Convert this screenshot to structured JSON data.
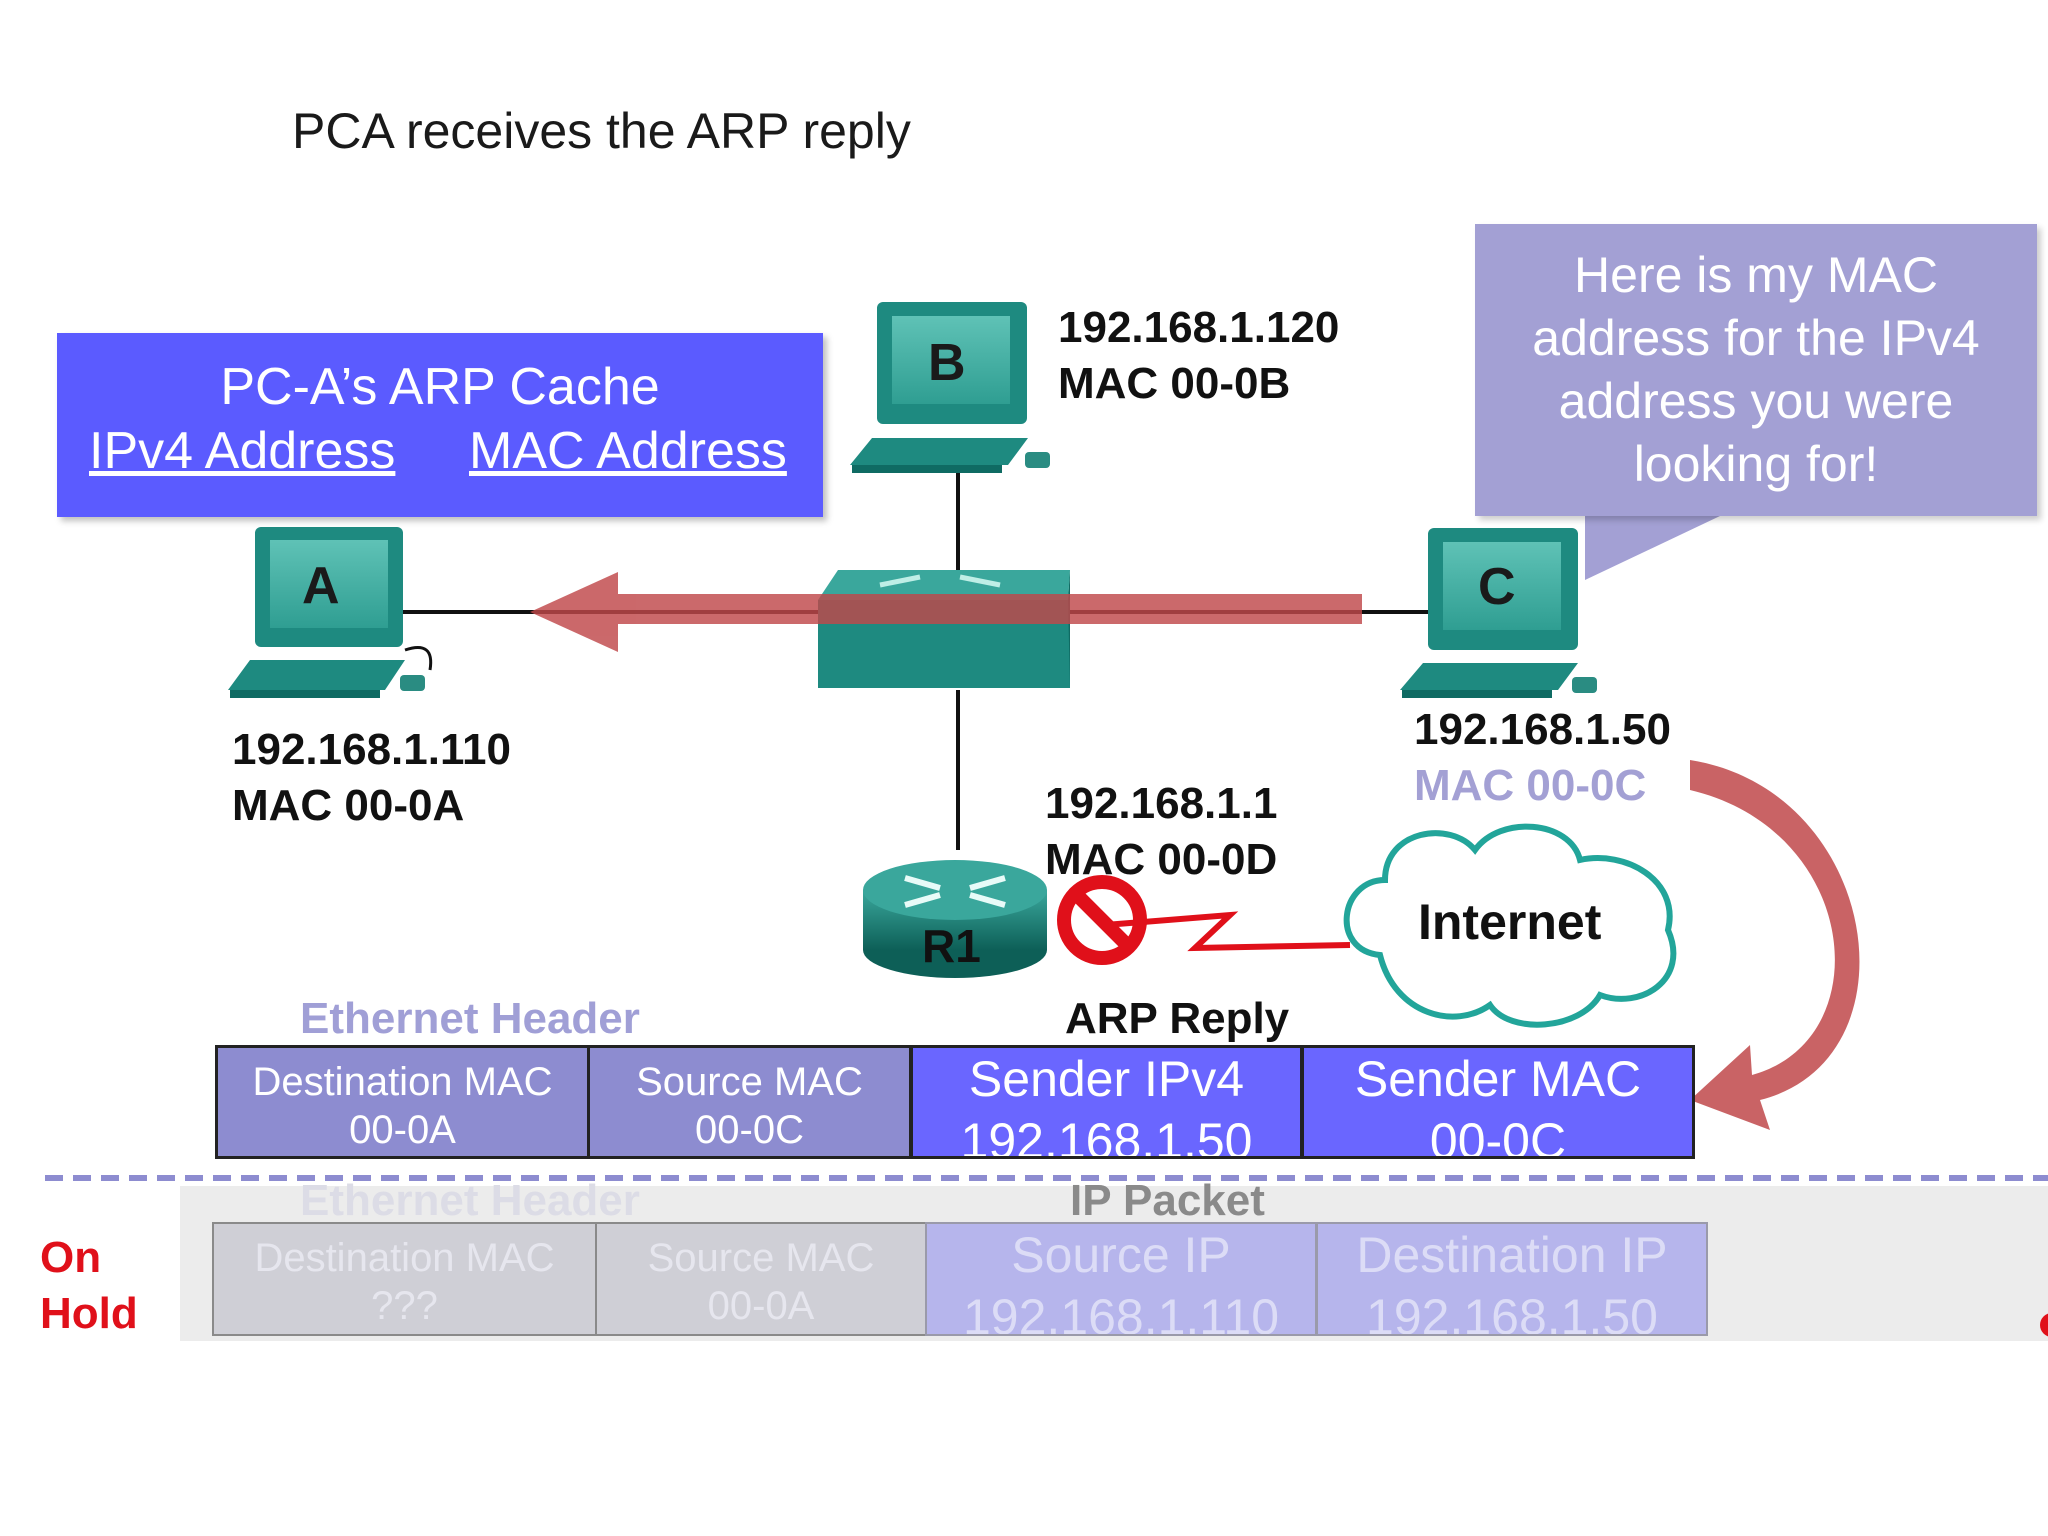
{
  "title": "PCA receives the ARP reply",
  "arp_cache": {
    "title": "PC-A’s ARP Cache",
    "col_ipv4": "IPv4 Address",
    "col_mac": "MAC Address"
  },
  "speech": "Here is my MAC\naddress for the IPv4\naddress you were\nlooking for!",
  "hosts": {
    "a": {
      "letter": "A",
      "ip": "192.168.1.110",
      "mac": "MAC 00-0A"
    },
    "b": {
      "letter": "B",
      "ip": "192.168.1.120",
      "mac": "MAC 00-0B"
    },
    "c": {
      "letter": "C",
      "ip": "192.168.1.50",
      "mac": "MAC 00-0C"
    }
  },
  "router": {
    "label": "R1",
    "ip": "192.168.1.1",
    "mac": "MAC 00-0D"
  },
  "internet": "Internet",
  "arp_frame": {
    "eth_header_label": "Ethernet Header",
    "arp_label": "ARP Reply",
    "dest_mac_label": "Destination  MAC",
    "dest_mac_value": "00-0A",
    "src_mac_label": "Source  MAC",
    "src_mac_value": "00-0C",
    "sender_ipv4_label": "Sender IPv4",
    "sender_ipv4_value": "192.168.1.50",
    "sender_mac_label": "Sender MAC",
    "sender_mac_value": "00-0C"
  },
  "on_hold": {
    "label_line1": "On",
    "label_line2": "Hold",
    "eth_header_label": "Ethernet Header",
    "ip_packet_label": "IP Packet",
    "dest_mac_label": "Destination  MAC",
    "dest_mac_value": "???",
    "src_mac_label": "Source  MAC",
    "src_mac_value": "00-0A",
    "src_ip_label": "Source IP",
    "src_ip_value": "192.168.1.110",
    "dst_ip_label": "Destination IP",
    "dst_ip_value": "192.168.1.50"
  },
  "colors": {
    "cache_box": "#5b5bff",
    "speech_bubble": "#a3a0d4",
    "arp_cell": "#6a66ff",
    "eth_cell": "#8d8cd0",
    "arrow": "#c0484a",
    "device_teal": "#1e8a80",
    "on_hold_red": "#e0101a"
  }
}
